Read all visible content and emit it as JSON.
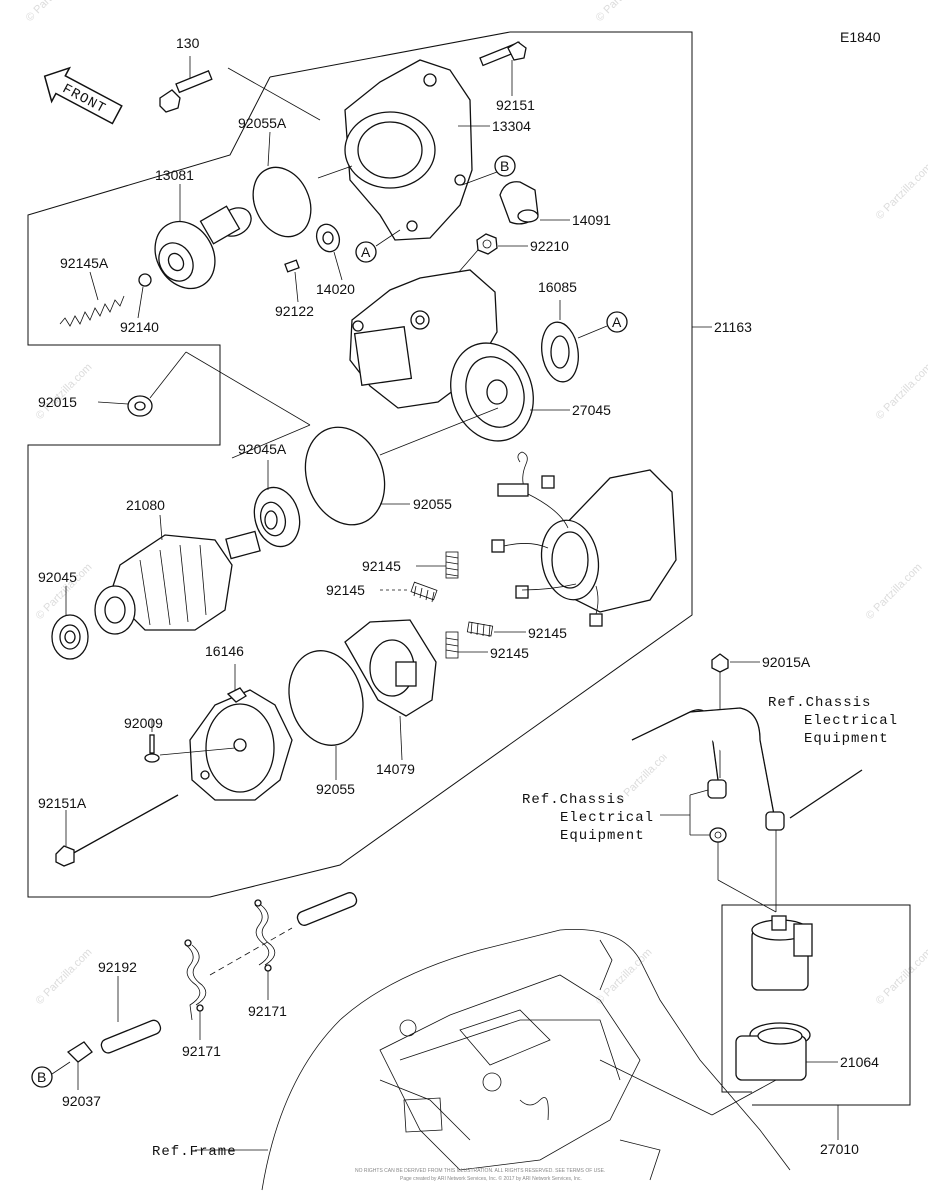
{
  "diagram_code": "E1840",
  "front_label": "FRONT",
  "watermark": "© Partzilla.com",
  "small_print_line1": "NO RIGHTS CAN BE DERIVED FROM THIS ILLUSTRATION. ALL RIGHTS RESERVED. SEE TERMS OF USE.",
  "small_print_line2": "Page created by ARI Network Services, Inc. © 2017 by ARI Network Services, Inc.",
  "parts": {
    "p130": "130",
    "p92151": "92151",
    "p92055A": "92055A",
    "p13304": "13304",
    "p13081": "13081",
    "p14091": "14091",
    "p92145A": "92145A",
    "p14020": "14020",
    "p92210": "92210",
    "p92122": "92122",
    "p16085": "16085",
    "p92140": "92140",
    "p21163": "21163",
    "p92015": "92015",
    "p27045": "27045",
    "p92045A": "92045A",
    "p21080": "21080",
    "p92055a": "92055",
    "p92045": "92045",
    "p92145_1": "92145",
    "p92145_2": "92145",
    "p92145_3": "92145",
    "p92145_4": "92145",
    "p16146": "16146",
    "p92015A": "92015A",
    "p92009": "92009",
    "p14079": "14079",
    "p92055b": "92055",
    "p92151A": "92151A",
    "p92192": "92192",
    "p92171a": "92171",
    "p92171b": "92171",
    "p92037": "92037",
    "p21064": "21064",
    "p27010": "27010"
  },
  "callouts": {
    "A1": "A",
    "A2": "A",
    "B1": "B",
    "B2": "B"
  },
  "refs": {
    "chassis_right_1": "Ref.Chassis",
    "chassis_right_2": "Electrical",
    "chassis_right_3": "Equipment",
    "chassis_left_1": "Ref.Chassis",
    "chassis_left_2": "Electrical",
    "chassis_left_3": "Equipment",
    "frame": "Ref.Frame"
  }
}
